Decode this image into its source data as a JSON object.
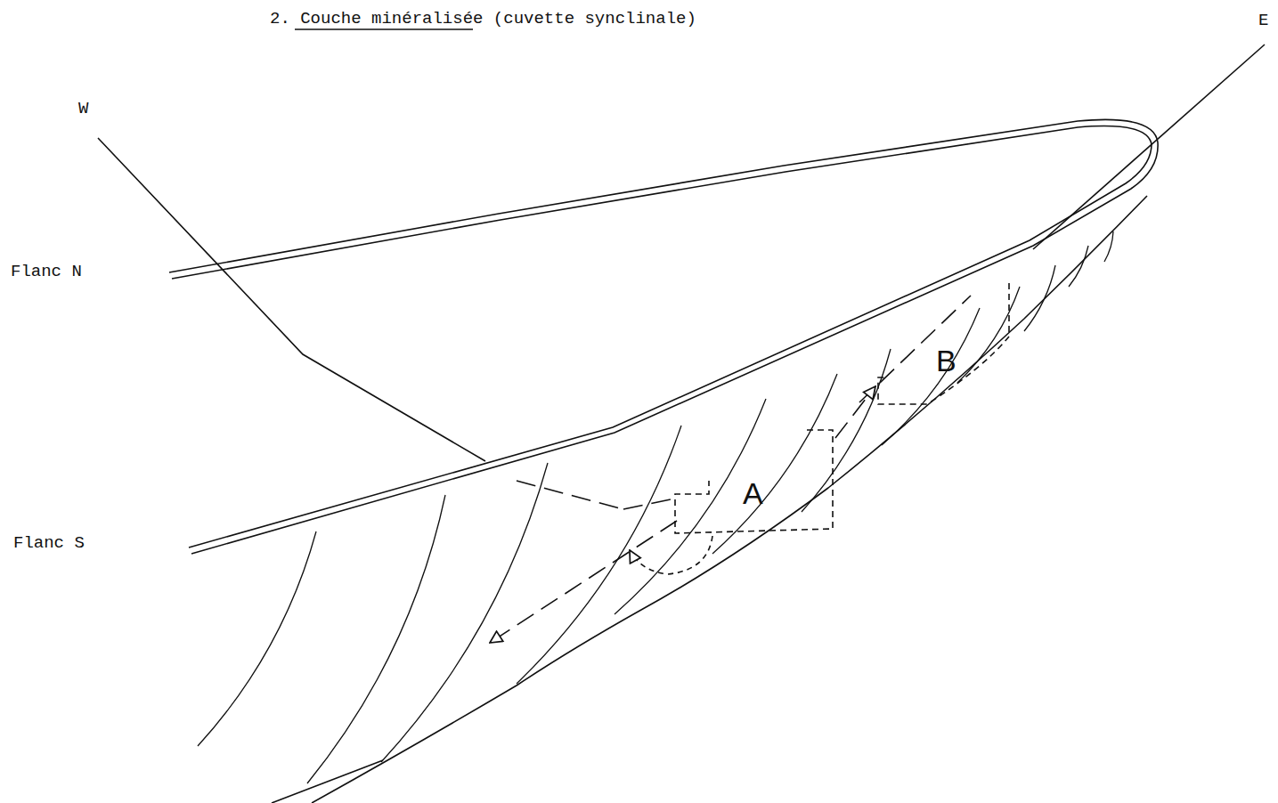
{
  "diagram": {
    "title": "2. Couche minéralisée (cuvette synclinale)",
    "nodes": [
      {
        "text": [
          "A"
        ]
      },
      {
        "text": [
          "B"
        ]
      }
    ],
    "edges": [
      {
        "from": 0,
        "to": 1,
        "arrow": "to"
      }
    ],
    "labels": [
      "W",
      "E",
      "Flanc N",
      "Flanc S"
    ]
  }
}
